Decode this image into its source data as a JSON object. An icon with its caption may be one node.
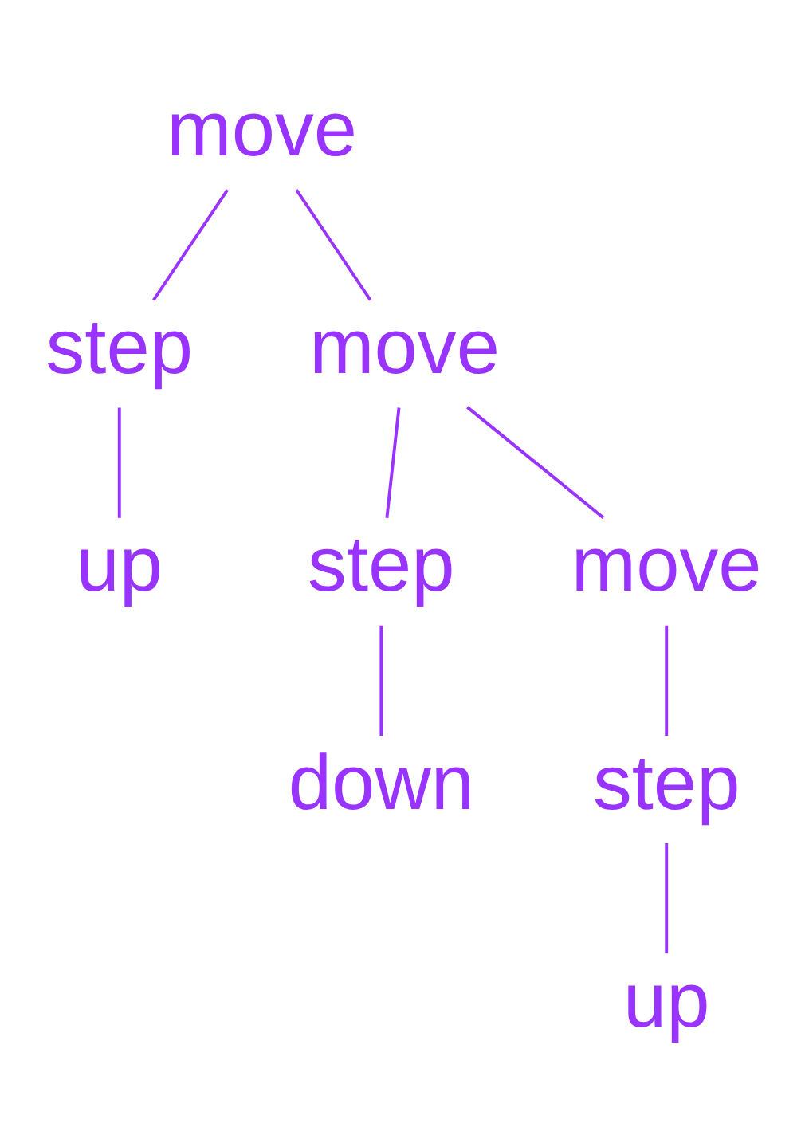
{
  "diagram": {
    "nodes": [
      {
        "text": [
          "move"
        ]
      },
      {
        "text": [
          "step"
        ]
      },
      {
        "text": [
          "move"
        ]
      },
      {
        "text": [
          "up"
        ]
      },
      {
        "text": [
          "step"
        ]
      },
      {
        "text": [
          "move"
        ]
      },
      {
        "text": [
          "down"
        ]
      },
      {
        "text": [
          "step"
        ]
      },
      {
        "text": [
          "up"
        ]
      }
    ],
    "edges": [
      {
        "from": 0,
        "to": 1,
        "arrow": "none"
      },
      {
        "from": 0,
        "to": 2,
        "arrow": "none"
      },
      {
        "from": 1,
        "to": 3,
        "arrow": "none"
      },
      {
        "from": 2,
        "to": 4,
        "arrow": "none"
      },
      {
        "from": 2,
        "to": 5,
        "arrow": "none"
      },
      {
        "from": 4,
        "to": 6,
        "arrow": "none"
      },
      {
        "from": 5,
        "to": 7,
        "arrow": "none"
      },
      {
        "from": 7,
        "to": 8,
        "arrow": "none"
      }
    ]
  }
}
